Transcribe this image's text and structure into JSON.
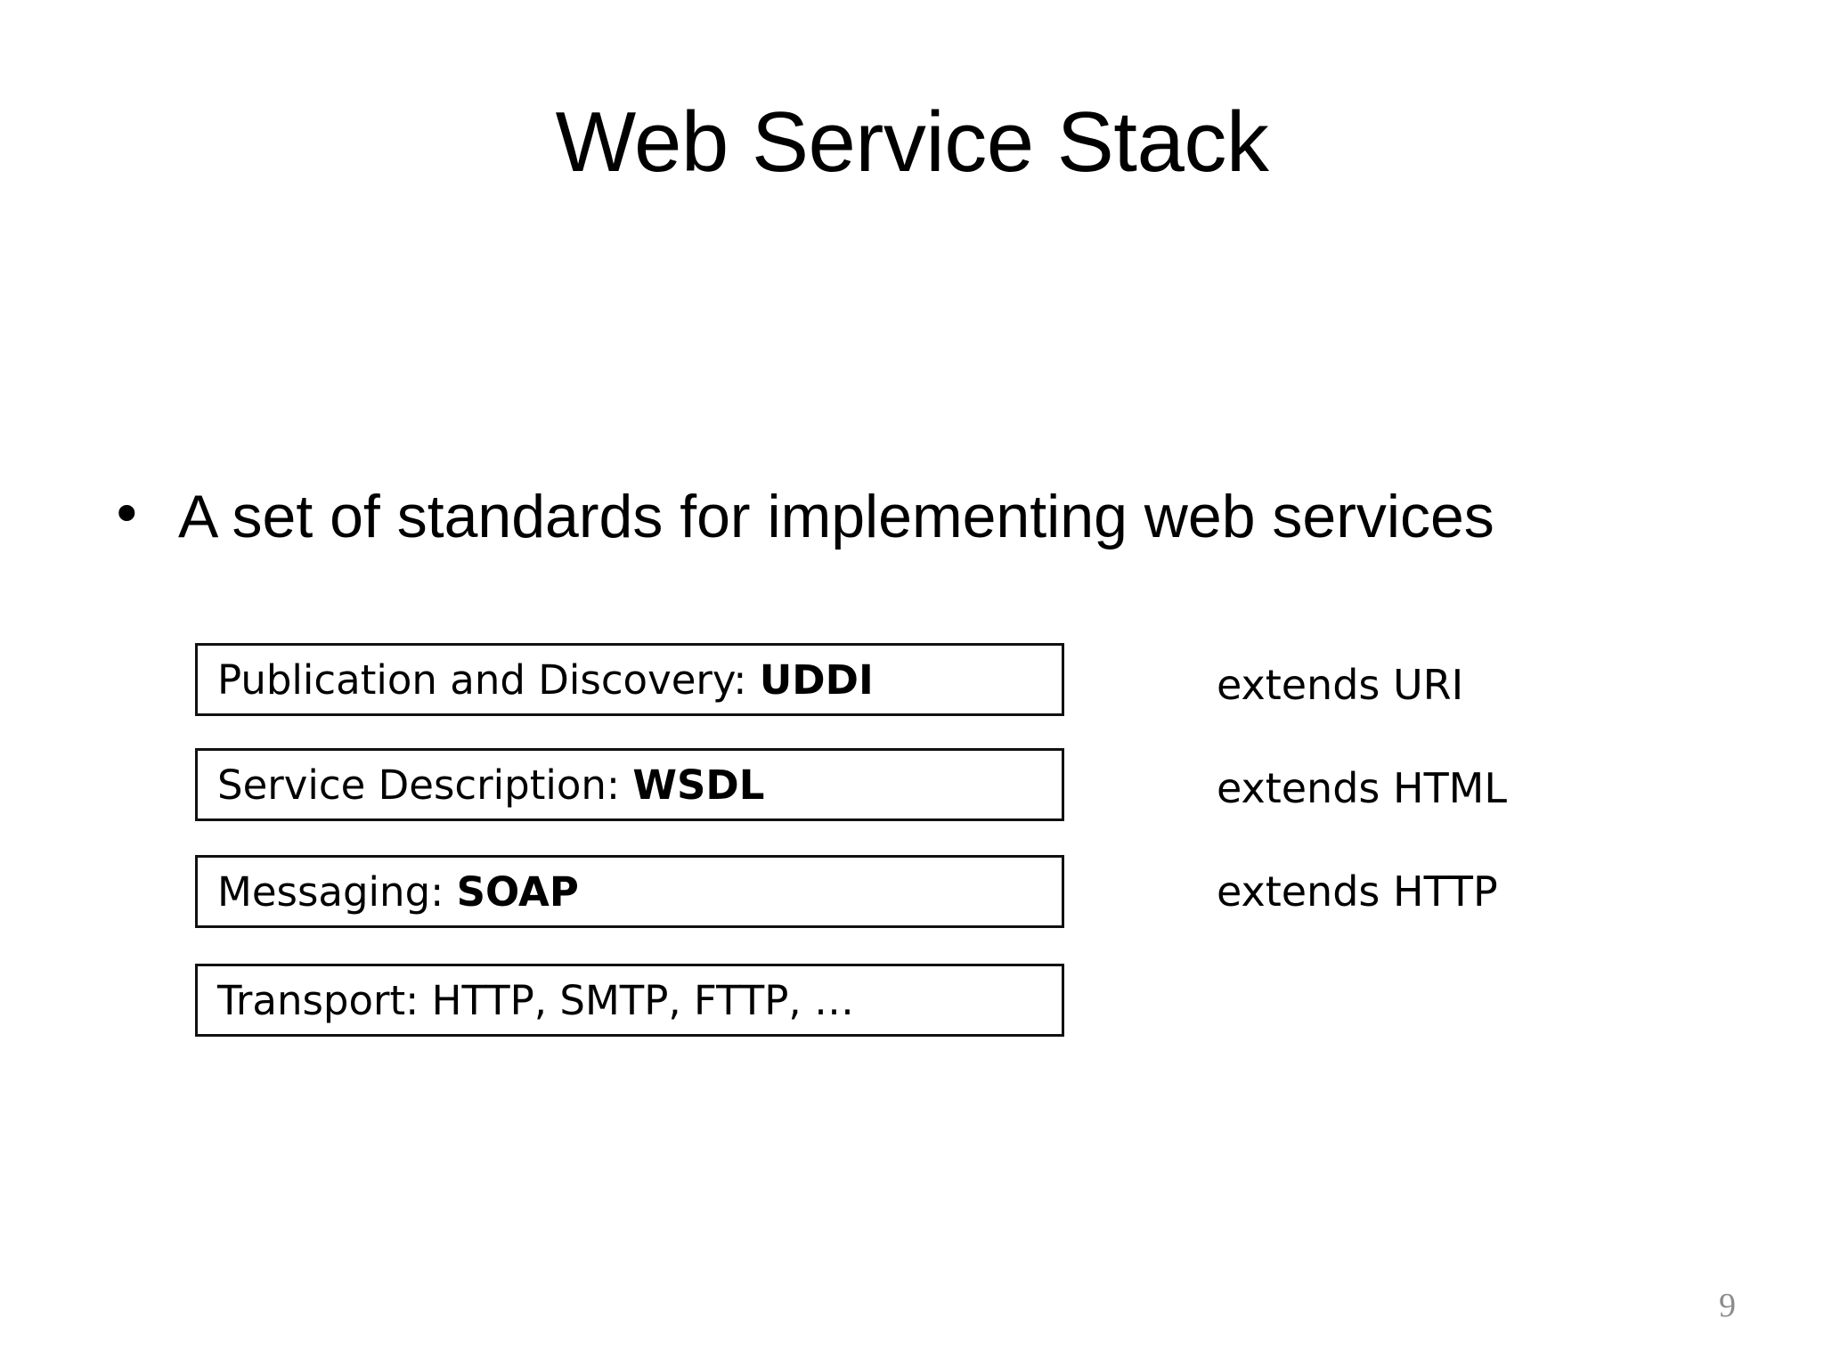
{
  "slide": {
    "title": "Web Service Stack",
    "page_number": "9",
    "background_color": "#ffffff",
    "text_color": "#000000",
    "page_number_color": "#8c8c8c",
    "box_border_color": "#111111"
  },
  "body": {
    "bullet_marker": "•",
    "bullet_text": "A set of standards for implementing web services"
  },
  "stack": {
    "boxes": [
      {
        "label_prefix": "Publication and Discovery: ",
        "label_emphasis": "UDDI",
        "label_full": "Publication and Discovery: UDDI"
      },
      {
        "label_prefix": "Service Description: ",
        "label_emphasis": "WSDL",
        "label_full": "Service Description: WSDL"
      },
      {
        "label_prefix": "Messaging: ",
        "label_emphasis": "SOAP",
        "label_full": "Messaging: SOAP"
      },
      {
        "label_prefix": "Transport: HTTP, SMTP, FTTP, …",
        "label_emphasis": "",
        "label_full": "Transport: HTTP, SMTP, FTTP, …"
      }
    ]
  },
  "annotations": [
    {
      "text": "extends URI"
    },
    {
      "text": "extends HTML"
    },
    {
      "text": "extends HTTP"
    }
  ]
}
